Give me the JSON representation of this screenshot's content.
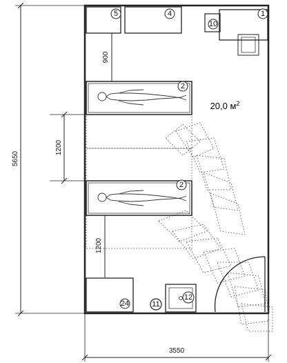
{
  "dimensions": {
    "room_height": "5650",
    "room_width": "3550",
    "gap_top": "900",
    "gap_between": "1200",
    "gap_bottom": "1200"
  },
  "area": {
    "value": "20,0 м",
    "superscript": "2"
  },
  "markers": {
    "m1": "1",
    "m2a": "2",
    "m2b": "2",
    "m4": "4",
    "m5": "5",
    "m10": "10",
    "m11": "11",
    "m12": "12",
    "m24": "24"
  },
  "colors": {
    "ink": "#222222",
    "dotted": "#666666"
  }
}
